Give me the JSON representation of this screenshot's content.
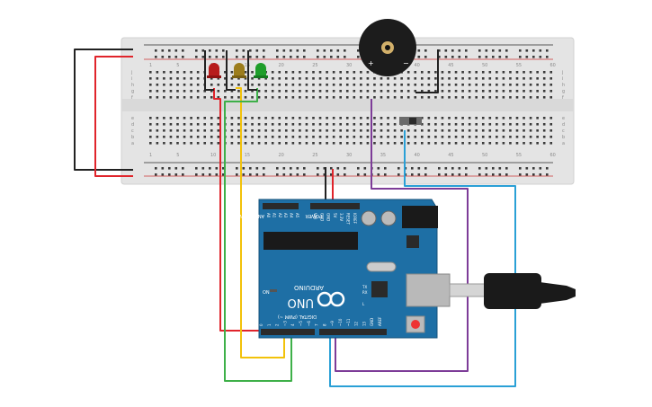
{
  "breadboard": {
    "column_numbers": [
      "1",
      "5",
      "10",
      "15",
      "20",
      "25",
      "30",
      "35",
      "40",
      "45",
      "50",
      "55",
      "60"
    ],
    "row_letters_top": [
      "j",
      "i",
      "h",
      "g",
      "f"
    ],
    "row_letters_bottom": [
      "e",
      "d",
      "c",
      "b",
      "a"
    ]
  },
  "arduino": {
    "header_power_label": "POWER",
    "header_analog_label": "ANALOG IN",
    "analog_pins": [
      "A0",
      "A1",
      "A2",
      "A3",
      "A4",
      "A5"
    ],
    "power_pins": [
      "VIN",
      "GND",
      "GND",
      "5V",
      "3.3V",
      "RESET",
      "IOREF"
    ],
    "digital_label": "DIGITAL (PWM ~)",
    "digital_pins": [
      "0",
      "1",
      "2",
      "~3",
      "4",
      "~5",
      "~6",
      "7",
      "8",
      "~9",
      "~10",
      "~11",
      "12",
      "13",
      "GND",
      "AREF"
    ],
    "brand": "ARDUINO",
    "model": "UNO",
    "led_on": "ON",
    "led_tx": "TX",
    "led_rx": "RX",
    "led_l": "L"
  },
  "buzzer": {
    "plus": "+",
    "minus": "−"
  },
  "colors": {
    "red_wire": "#e0242b",
    "black_wire": "#222222",
    "yellow_wire": "#f2c20a",
    "green_wire": "#3eb049",
    "purple_wire": "#7d3c98",
    "blue_wire": "#2aa0d6",
    "board": "#1e6fa5",
    "breadboard": "#e6e6e6"
  }
}
